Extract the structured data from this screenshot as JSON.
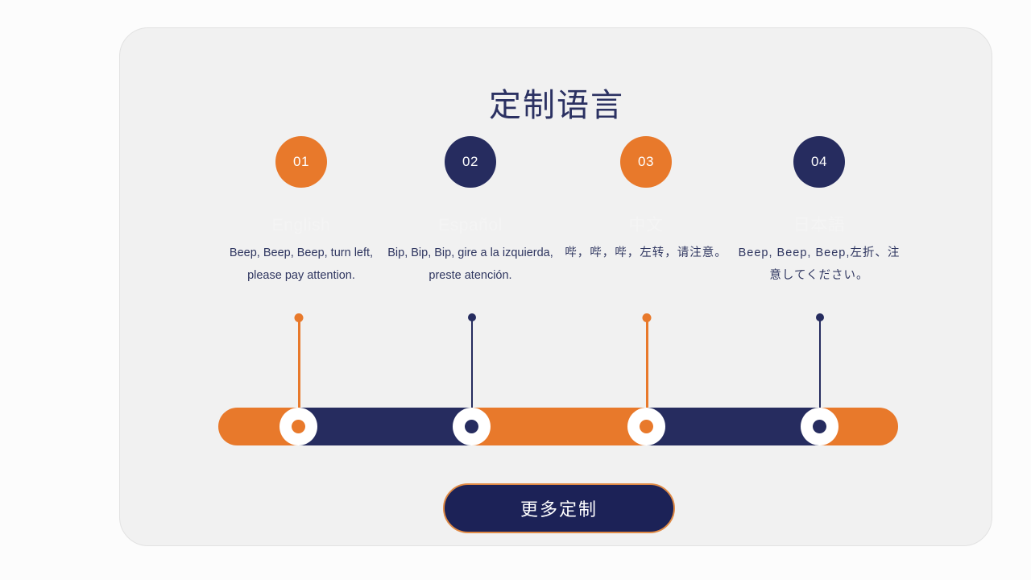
{
  "page": {
    "title": "定制语言",
    "background_color": "#fcfcfc",
    "card_color": "#f1f1f1"
  },
  "theme": {
    "orange": "#e8792b",
    "navy": "#262c5f",
    "title_color": "#2b3162",
    "text_color": "#2f3660",
    "faded_label_color": "#f4f4f4"
  },
  "columns": [
    {
      "number": "01",
      "color": "orange",
      "language_label": "English",
      "phrase": "Beep, Beep, Beep, turn left, please pay attention."
    },
    {
      "number": "02",
      "color": "navy",
      "language_label": "Español",
      "phrase": "Bip, Bip, Bip, gire a la izquierda, preste atención."
    },
    {
      "number": "03",
      "color": "orange",
      "language_label": "中文",
      "phrase": "哔，哔，哔，左转，请注意。"
    },
    {
      "number": "04",
      "color": "navy",
      "language_label": "日本語",
      "phrase": "Beep, Beep, Beep,左折、注意してください。"
    }
  ],
  "timeline": {
    "segments": [
      "orange",
      "navy",
      "orange",
      "navy",
      "orange"
    ],
    "markers": [
      "orange",
      "navy",
      "orange",
      "navy"
    ]
  },
  "cta": {
    "label": "更多定制"
  }
}
